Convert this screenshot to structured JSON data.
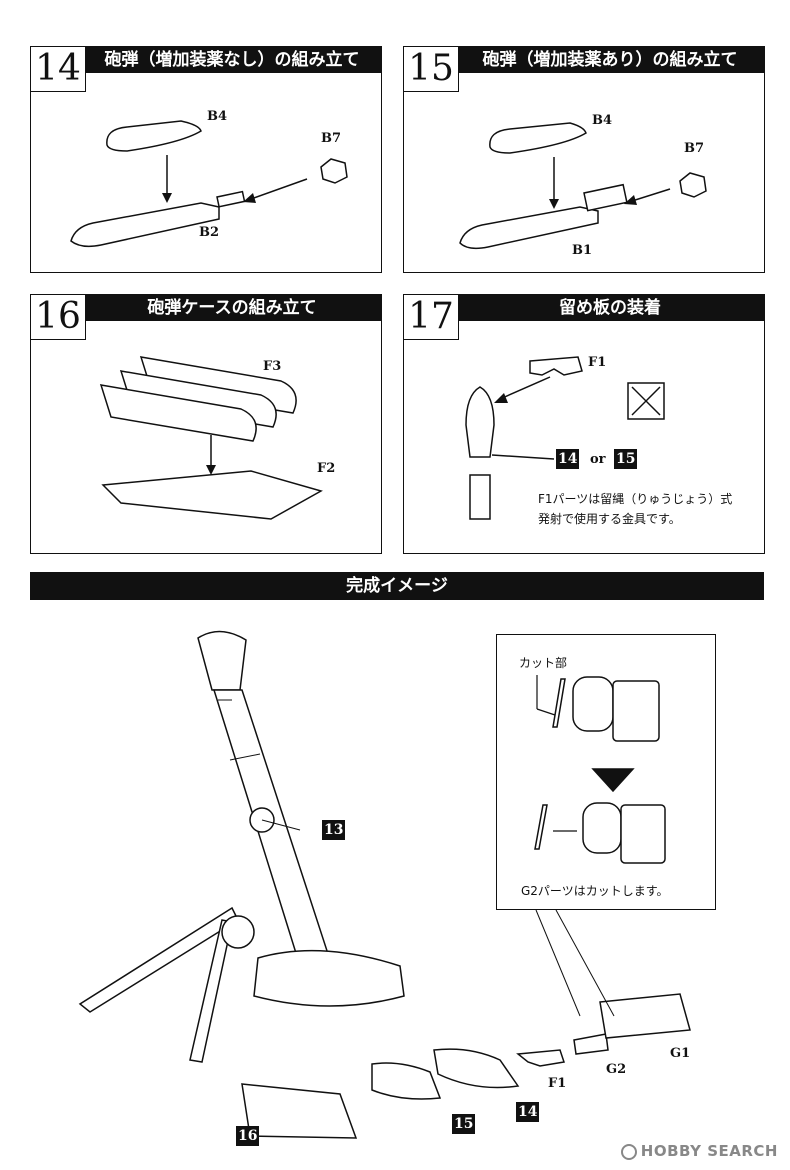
{
  "steps": [
    {
      "num": "14",
      "title": "砲弾（増加装薬なし）の組み立て",
      "parts": [
        "B4",
        "B7",
        "B2"
      ]
    },
    {
      "num": "15",
      "title": "砲弾（増加装薬あり）の組み立て",
      "parts": [
        "B4",
        "B7",
        "B1"
      ]
    },
    {
      "num": "16",
      "title": "砲弾ケースの組み立て",
      "parts": [
        "F3",
        "F2"
      ]
    },
    {
      "num": "17",
      "title": "留め板の装着",
      "parts": [
        "F1"
      ],
      "ref_a": "14",
      "or_text": "or",
      "ref_b": "15",
      "note_line1": "F1パーツは留縄（りゅうじょう）式",
      "note_line2": "発射で使用する金具です。"
    }
  ],
  "completed": {
    "title": "完成イメージ",
    "inset_cut_label": "カット部",
    "inset_note": "G2パーツはカットします。",
    "labels": {
      "ref13": "13",
      "ref16": "16",
      "ref15": "15",
      "ref14": "14",
      "f1": "F1",
      "g2": "G2",
      "g1": "G1"
    }
  },
  "watermark": "HOBBY SEARCH"
}
